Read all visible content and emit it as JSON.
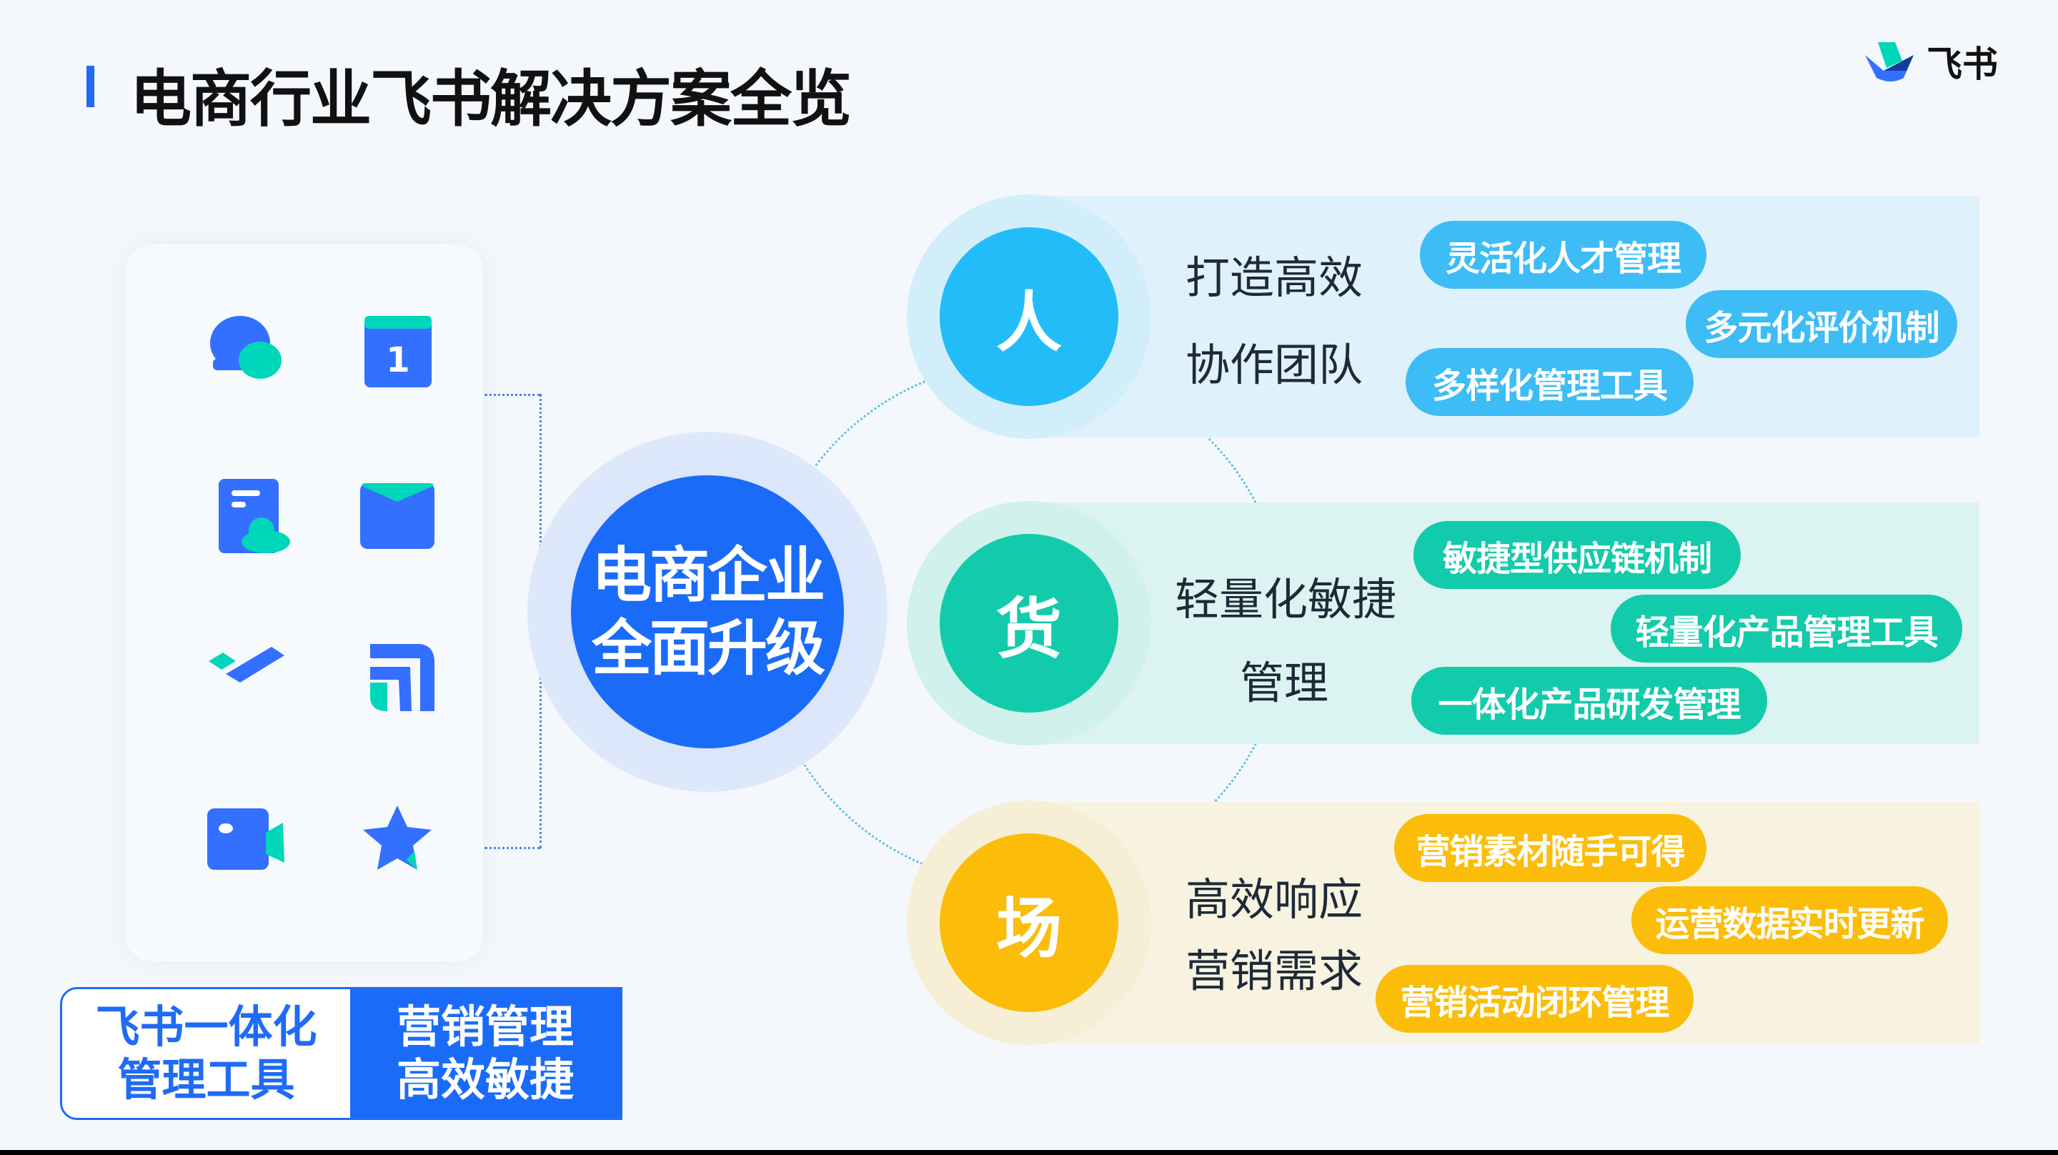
{
  "header": {
    "title": "电商行业飞书解决方案全览",
    "logo_text": "飞书"
  },
  "colors": {
    "blue": "#1a6cf8",
    "cyan": "#22bdf8",
    "teal": "#12cbaa",
    "yellow": "#fbbd0a"
  },
  "tools": [
    "message-icon",
    "calendar-icon",
    "docs-icon",
    "mail-icon",
    "task-icon",
    "wiki-icon",
    "video-icon",
    "favorite-icon"
  ],
  "calendar_day": "1",
  "center": {
    "line1": "电商企业",
    "line2": "全面升级"
  },
  "rows": [
    {
      "char": "人",
      "label1": "打造高效",
      "label2": "协作团队",
      "pills": [
        "灵活化人才管理",
        "多元化评价机制",
        "多样化管理工具"
      ]
    },
    {
      "char": "货",
      "label1": "轻量化敏捷",
      "label2": "管理",
      "pills": [
        "敏捷型供应链机制",
        "轻量化产品管理工具",
        "一体化产品研发管理"
      ]
    },
    {
      "char": "场",
      "label1": "高效响应",
      "label2": "营销需求",
      "pills": [
        "营销素材随手可得",
        "运营数据实时更新",
        "营销活动闭环管理"
      ]
    }
  ],
  "bottom": {
    "left1": "飞书一体化",
    "left2": "管理工具",
    "right1": "营销管理",
    "right2": "高效敏捷"
  }
}
